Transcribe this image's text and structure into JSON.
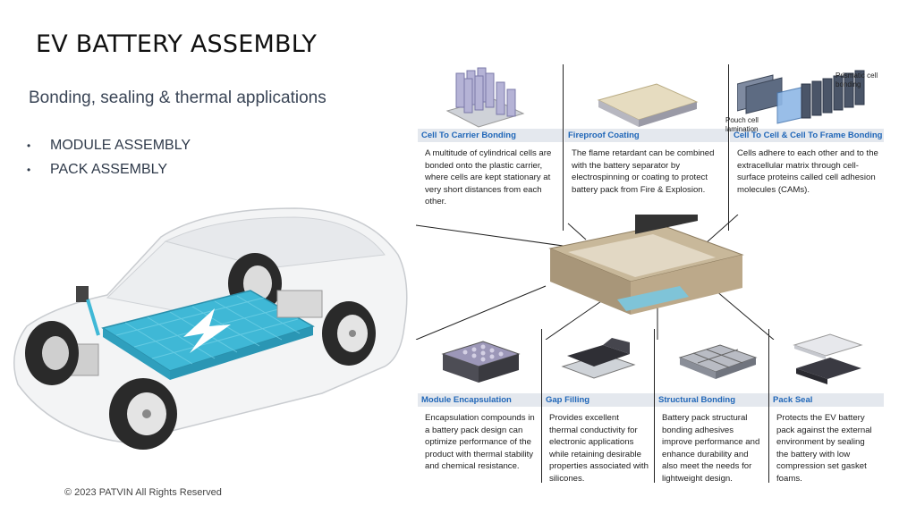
{
  "slide": {
    "title": "EV BATTERY ASSEMBLY",
    "subtitle": "Bonding, sealing & thermal applications",
    "bullets": [
      "MODULE ASSEMBLY",
      "PACK ASSEMBLY"
    ],
    "footer": "© 2023 PATVIN All Rights Reserved"
  },
  "top_cards": [
    {
      "title": "Cell To Carrier Bonding",
      "body": "A multitude of cylindrical cells are bonded onto the plastic carrier, where cells are kept stationary at very short distances from each other.",
      "icon": "cylindrical-cells-icon"
    },
    {
      "title": "Fireproof Coating",
      "body": "The flame retardant can be combined with the battery separator by electrospinning or coating to protect battery pack from Fire & Explosion.",
      "icon": "coating-layer-icon"
    },
    {
      "title": "Cell To Cell & Cell To Frame Bonding",
      "body": "Cells adhere to each other and to the extracellular matrix through cell-surface proteins called cell adhesion molecules (CAMs).",
      "icon": "prismatic-cells-icon",
      "callouts": {
        "pouch": "Pouch cell lamination",
        "prismatic": "Prismatic cell bonding"
      }
    }
  ],
  "bottom_cards": [
    {
      "title": "Module Encapsulation",
      "body": "Encapsulation compounds in a battery pack design can optimize performance of the product with thermal stability and chemical resistance.",
      "icon": "module-block-icon"
    },
    {
      "title": "Gap Filling",
      "body": "Provides excellent thermal conductivity for electronic applications while retaining desirable properties associated with silicones.",
      "icon": "gap-filler-icon"
    },
    {
      "title": "Structural Bonding",
      "body": "Battery pack structural bonding adhesives improve performance and enhance durability and also meet the needs for lightweight design.",
      "icon": "tray-structure-icon"
    },
    {
      "title": "Pack Seal",
      "body": "Protects the EV battery pack against the external environment by sealing the battery with low compression set gasket foams.",
      "icon": "pack-lid-icon"
    }
  ],
  "colors": {
    "accent": "#1f66b8",
    "header_bg": "#e4e8ee",
    "battery": "#3fb8d6"
  }
}
